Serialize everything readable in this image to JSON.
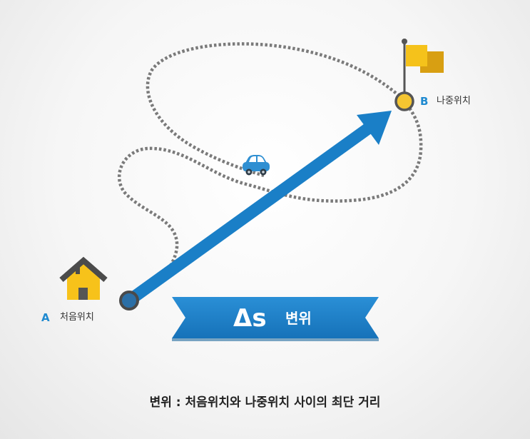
{
  "point_a": {
    "letter": "A",
    "label": "처음위치"
  },
  "point_b": {
    "letter": "B",
    "label": "나중위치"
  },
  "banner": {
    "symbol": "Δs",
    "word": "변위"
  },
  "caption": "변위 : 처음위치와 나중위치 사이의 최단 거리",
  "icons": {
    "start": "house-icon",
    "vehicle": "car-icon",
    "end": "flag-icon"
  },
  "colors": {
    "accent_blue": "#1a7fc7",
    "label_blue": "#1f8ad0",
    "path_gray": "#7a7a7a",
    "house_yellow": "#f7c21a",
    "roof_gray": "#4b4b4b",
    "flag_yellow": "#f5c21b",
    "node_yellow": "#f4c531"
  }
}
